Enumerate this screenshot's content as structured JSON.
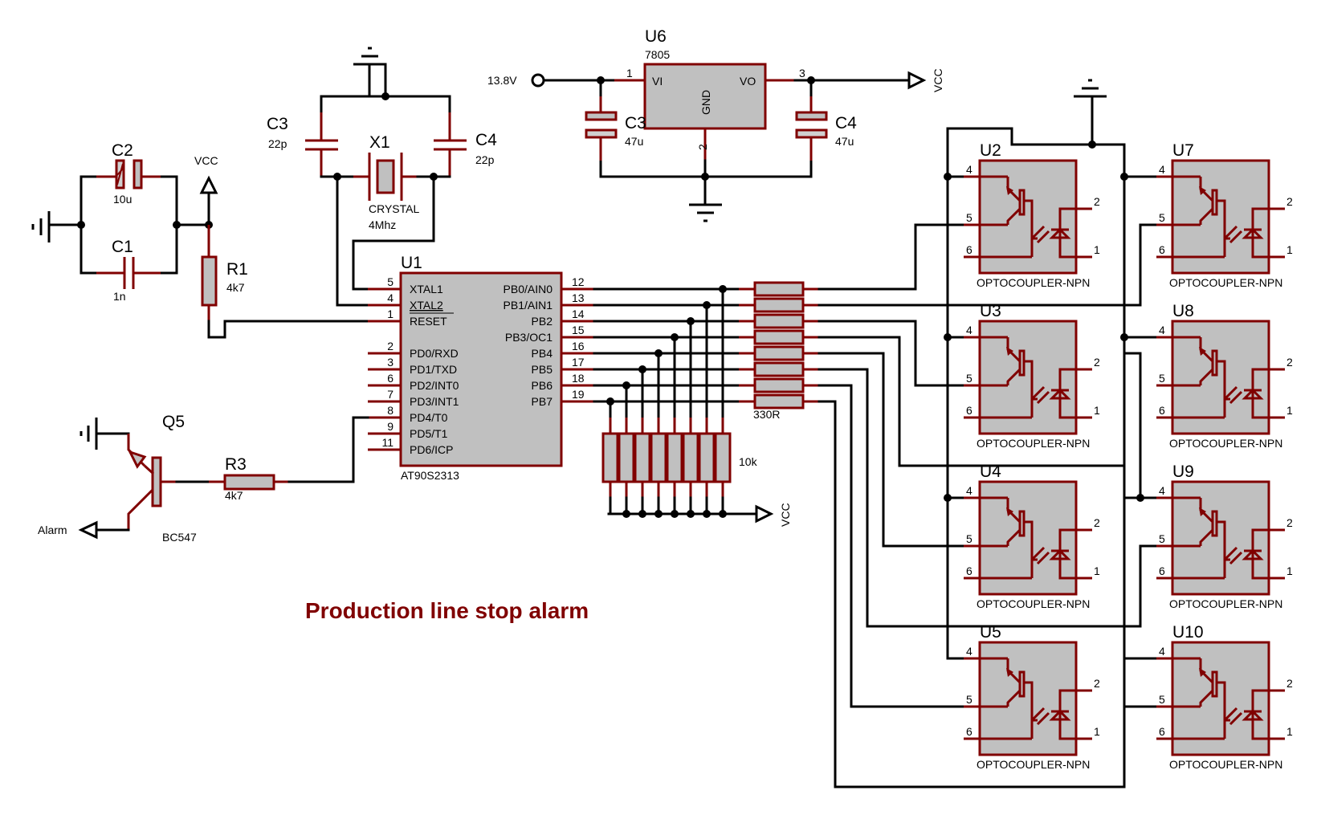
{
  "title": "Production line stop alarm",
  "colors": {
    "wire": "#000000",
    "component": "#800000",
    "body_fill": "#c0c0c0",
    "title": "#800000"
  },
  "power": {
    "input_label": "13.8V",
    "vcc_label": "VCC"
  },
  "regulator": {
    "ref": "U6",
    "value": "7805",
    "pin_vi": "VI",
    "pin_vo": "VO",
    "pin_gnd": "GND",
    "pin1": "1",
    "pin2": "2",
    "pin3": "3"
  },
  "reg_caps": [
    {
      "ref": "C3",
      "value": "47u"
    },
    {
      "ref": "C4",
      "value": "47u"
    }
  ],
  "reset_circuit": {
    "c2": {
      "ref": "C2",
      "value": "10u"
    },
    "c1": {
      "ref": "C1",
      "value": "1n"
    },
    "r1": {
      "ref": "R1",
      "value": "4k7"
    },
    "vcc": "VCC"
  },
  "crystal": {
    "c3": {
      "ref": "C3",
      "value": "22p"
    },
    "c4": {
      "ref": "C4",
      "value": "22p"
    },
    "x1": {
      "ref": "X1",
      "type": "CRYSTAL",
      "value": "4Mhz"
    }
  },
  "mcu": {
    "ref": "U1",
    "part": "AT90S2313",
    "left_pins": [
      {
        "num": "5",
        "name": "XTAL1"
      },
      {
        "num": "4",
        "name": "XTAL2"
      },
      {
        "num": "1",
        "name": "RESET"
      },
      {
        "num": "2",
        "name": "PD0/RXD"
      },
      {
        "num": "3",
        "name": "PD1/TXD"
      },
      {
        "num": "6",
        "name": "PD2/INT0"
      },
      {
        "num": "7",
        "name": "PD3/INT1"
      },
      {
        "num": "8",
        "name": "PD4/T0"
      },
      {
        "num": "9",
        "name": "PD5/T1"
      },
      {
        "num": "11",
        "name": "PD6/ICP"
      }
    ],
    "right_pins": [
      {
        "num": "12",
        "name": "PB0/AIN0"
      },
      {
        "num": "13",
        "name": "PB1/AIN1"
      },
      {
        "num": "14",
        "name": "PB2"
      },
      {
        "num": "15",
        "name": "PB3/OC1"
      },
      {
        "num": "16",
        "name": "PB4"
      },
      {
        "num": "17",
        "name": "PB5"
      },
      {
        "num": "18",
        "name": "PB6"
      },
      {
        "num": "19",
        "name": "PB7"
      }
    ]
  },
  "resistor_banks": {
    "series": {
      "value": "330R"
    },
    "pullup": {
      "value": "10k",
      "vcc": "VCC"
    }
  },
  "alarm_driver": {
    "q5": {
      "ref": "Q5",
      "value": "BC547"
    },
    "r3": {
      "ref": "R3",
      "value": "4k7"
    },
    "output_label": "Alarm"
  },
  "optocouplers": [
    {
      "ref": "U2",
      "part": "OPTOCOUPLER-NPN"
    },
    {
      "ref": "U3",
      "part": "OPTOCOUPLER-NPN"
    },
    {
      "ref": "U4",
      "part": "OPTOCOUPLER-NPN"
    },
    {
      "ref": "U5",
      "part": "OPTOCOUPLER-NPN"
    },
    {
      "ref": "U7",
      "part": "OPTOCOUPLER-NPN"
    },
    {
      "ref": "U8",
      "part": "OPTOCOUPLER-NPN"
    },
    {
      "ref": "U9",
      "part": "OPTOCOUPLER-NPN"
    },
    {
      "ref": "U10",
      "part": "OPTOCOUPLER-NPN"
    }
  ],
  "opto_pins": {
    "p1": "1",
    "p2": "2",
    "p4": "4",
    "p5": "5",
    "p6": "6"
  }
}
